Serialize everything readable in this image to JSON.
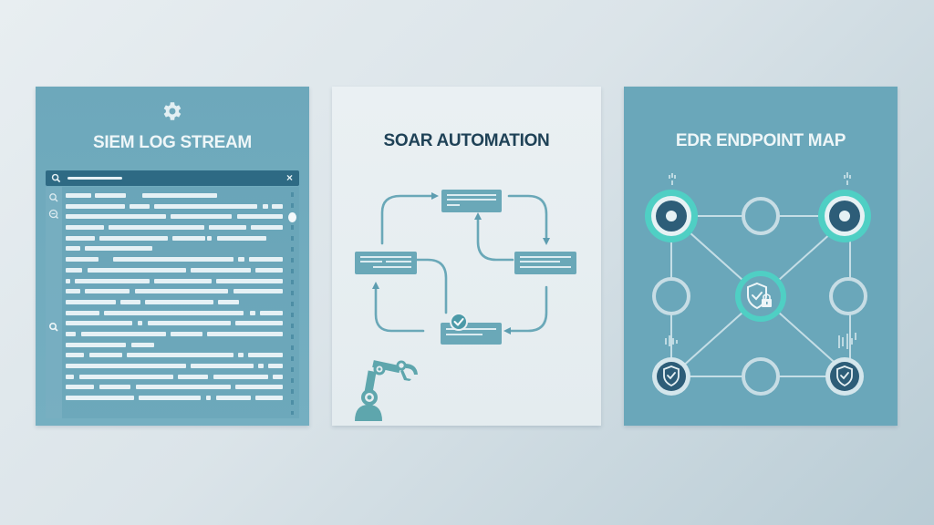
{
  "panels": {
    "siem": {
      "title": "SIEM LOG STREAM",
      "icon": "gear-icon",
      "search": {
        "clear_label": "×"
      },
      "log_rows": [
        [
          [
            0,
            28
          ],
          [
            32,
            66
          ],
          [
            84,
            166
          ]
        ],
        [
          [
            0,
            65
          ],
          [
            70,
            92
          ],
          [
            97,
            210
          ],
          [
            216,
            222
          ],
          [
            226,
            238
          ]
        ],
        [
          [
            0,
            110
          ],
          [
            115,
            182
          ],
          [
            188,
            238
          ]
        ],
        [
          [
            0,
            42
          ],
          [
            47,
            152
          ],
          [
            157,
            198
          ],
          [
            203,
            238
          ]
        ],
        [
          [
            0,
            32
          ],
          [
            37,
            112
          ],
          [
            117,
            153
          ],
          [
            155,
            160
          ],
          [
            166,
            220
          ]
        ],
        [
          [
            0,
            16
          ],
          [
            21,
            95
          ]
        ],
        [
          [
            0,
            36
          ],
          [
            52,
            184
          ],
          [
            189,
            196
          ],
          [
            201,
            238
          ]
        ],
        [
          [
            0,
            18
          ],
          [
            24,
            132
          ],
          [
            137,
            203
          ],
          [
            208,
            238
          ]
        ],
        [
          [
            0,
            5
          ],
          [
            10,
            92
          ],
          [
            97,
            160
          ],
          [
            165,
            238
          ]
        ],
        [
          [
            0,
            16
          ],
          [
            21,
            70
          ],
          [
            76,
            178
          ],
          [
            184,
            238
          ]
        ],
        [
          [
            0,
            55
          ],
          [
            60,
            82
          ],
          [
            87,
            162
          ],
          [
            167,
            190
          ]
        ],
        [
          [
            0,
            37
          ],
          [
            42,
            195
          ],
          [
            202,
            208
          ],
          [
            213,
            238
          ]
        ],
        [
          [
            0,
            73
          ],
          [
            79,
            84
          ],
          [
            90,
            181
          ],
          [
            186,
            238
          ]
        ],
        [
          [
            0,
            11
          ],
          [
            17,
            110
          ],
          [
            115,
            150
          ],
          [
            155,
            238
          ]
        ],
        [
          [
            0,
            66
          ],
          [
            72,
            97
          ]
        ],
        [
          [
            0,
            20
          ],
          [
            26,
            62
          ],
          [
            67,
            184
          ],
          [
            189,
            195
          ],
          [
            200,
            238
          ]
        ],
        [
          [
            0,
            132
          ],
          [
            137,
            206
          ],
          [
            211,
            217
          ],
          [
            222,
            238
          ]
        ],
        [
          [
            0,
            9
          ],
          [
            15,
            118
          ],
          [
            123,
            156
          ],
          [
            162,
            222
          ],
          [
            227,
            238
          ]
        ],
        [
          [
            0,
            31
          ],
          [
            37,
            71
          ],
          [
            77,
            181
          ],
          [
            186,
            238
          ]
        ],
        [
          [
            0,
            75
          ],
          [
            80,
            148
          ],
          [
            154,
            159
          ],
          [
            165,
            203
          ],
          [
            208,
            238
          ]
        ]
      ]
    },
    "soar": {
      "title": "SOAR AUTOMATION",
      "nodes": [
        "playbook-node-top",
        "playbook-node-left",
        "playbook-node-right",
        "playbook-node-bottom"
      ],
      "status_icon": "check-circle-icon",
      "illustration": "robot-arm-icon"
    },
    "edr": {
      "title": "EDR ENDPOINT MAP",
      "nodes": [
        {
          "id": "endpoint-top-left",
          "state": "active"
        },
        {
          "id": "endpoint-top-middle",
          "state": "idle"
        },
        {
          "id": "endpoint-top-right",
          "state": "active"
        },
        {
          "id": "endpoint-middle-left",
          "state": "idle"
        },
        {
          "id": "endpoint-center",
          "state": "protected-hub",
          "icon": "shield-lock-icon"
        },
        {
          "id": "endpoint-middle-right",
          "state": "idle"
        },
        {
          "id": "endpoint-bottom-left",
          "state": "protected",
          "icon": "shield-check-icon"
        },
        {
          "id": "endpoint-bottom-middle",
          "state": "idle"
        },
        {
          "id": "endpoint-bottom-right",
          "state": "protected",
          "icon": "shield-check-icon"
        }
      ]
    }
  },
  "colors": {
    "teal_panel": "#6da8bb",
    "dark_teal": "#2e6a84",
    "accent_cyan": "#4fd1c5",
    "soar_node": "#6aa8b8",
    "title_dark": "#1f4257",
    "light_text": "#eef6f8"
  }
}
